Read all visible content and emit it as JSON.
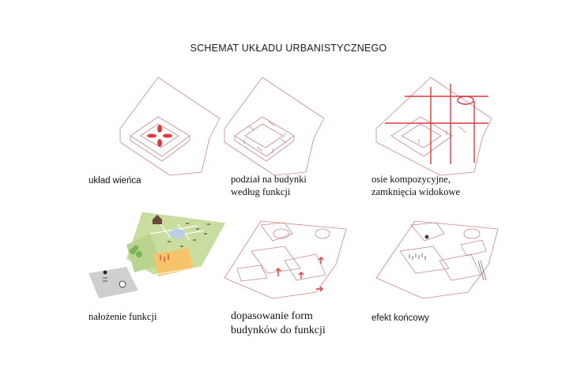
{
  "title": "SCHEMAT UKŁADU URBANISTYCZNEGO",
  "panels": [
    {
      "caption": "układ wieńca"
    },
    {
      "caption": "podział na budynki\nwedług funkcji"
    },
    {
      "caption": "osie kompozycyjne,\nzamknięcia widokowe"
    },
    {
      "caption": "nałożenie funkcji"
    },
    {
      "caption": "dopasowanie form\nbudynków do funkcji"
    },
    {
      "caption": "efekt końcowy"
    }
  ],
  "colors": {
    "outline": "#c98a8a",
    "accent_red": "#e0393e",
    "green_zone": "#c9dda0",
    "orange_zone": "#f6c46a",
    "grey_zone": "#cfcfcf",
    "pond": "#b9cfe6"
  }
}
